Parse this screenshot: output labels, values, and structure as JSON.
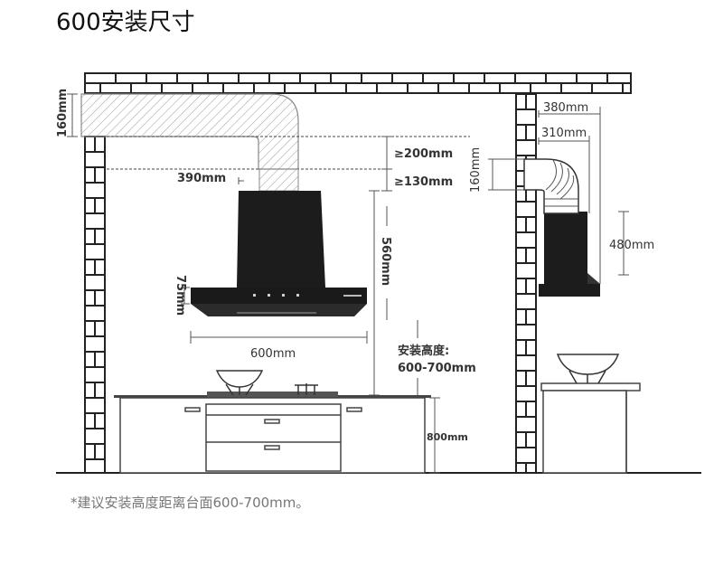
{
  "title": "600安装尺寸",
  "footnote": "*建议安装高度距离台面600-700mm。",
  "dimensions": {
    "duct_height": "160mm",
    "gap_200": "≥200mm",
    "gap_130": "≥130mm",
    "top_width": "390mm",
    "body_height": "560mm",
    "panel_height": "75mm",
    "hood_width": "600mm",
    "install_height_label": "安装高度:",
    "install_height_value": "600-700mm",
    "cabinet_height": "800mm",
    "side_depth_outer": "380mm",
    "side_depth_inner": "310mm",
    "side_duct_height": "160mm",
    "side_body_height": "480mm"
  },
  "colors": {
    "brick_stroke": "#222222",
    "hood": "#1c1c1c",
    "hatch": "#999999"
  }
}
